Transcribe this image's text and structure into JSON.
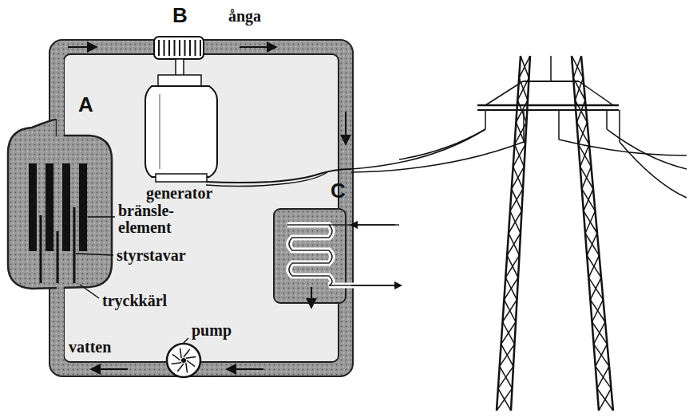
{
  "diagram": {
    "labels": [
      "B",
      "ånga",
      "A",
      "generator",
      "bränsle- element",
      "styrstavar",
      "tryckkärl",
      "C",
      "pump",
      "vatten"
    ]
  }
}
